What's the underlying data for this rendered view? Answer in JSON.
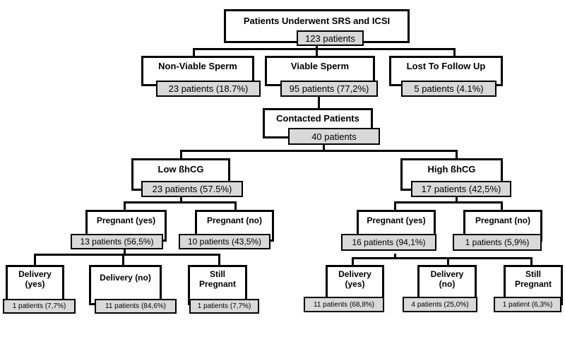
{
  "root": {
    "title": "Patients Underwent SRS and ICSI",
    "count": "123 patients"
  },
  "level1": [
    {
      "title": "Non-Viable Sperm",
      "count": "23 patients (18.7%)"
    },
    {
      "title": "Viable Sperm",
      "count": "95 patients (77,2%)"
    },
    {
      "title": "Lost To Follow Up",
      "count": "5 patients (4.1%)"
    }
  ],
  "contacted": {
    "title": "Contacted Patients",
    "count": "40 patients"
  },
  "low": {
    "title": "Low ßhCG",
    "count": "23 patients (57.5%)",
    "preg_yes": {
      "title": "Pregnant (yes)",
      "count": "13 patients (56,5%)"
    },
    "preg_no": {
      "title": "Pregnant (no)",
      "count": "10 patients (43,5%)"
    },
    "delivery_yes": {
      "title": "Delivery (yes)",
      "count": "1 patients (7,7%)"
    },
    "delivery_no": {
      "title": "Delivery (no)",
      "count": "11 patients (84,6%)"
    },
    "still": {
      "title": "Still Pregnant",
      "count": "1 patients (7,7%)"
    }
  },
  "high": {
    "title": "High ßhCG",
    "count": "17 patients (42,5%)",
    "preg_yes": {
      "title": "Pregnant (yes)",
      "count": "16 patients (94,1%)"
    },
    "preg_no": {
      "title": "Pregnant (no)",
      "count": "1 patients (5,9%)"
    },
    "delivery_yes": {
      "title": "Delivery (yes)",
      "count": "11 patients (68,8%)"
    },
    "delivery_no": {
      "title": "Delivery (no)",
      "count": "4 patients (25,0%)"
    },
    "still": {
      "title": "Still Pregnant",
      "count": "1 patient (6,3%)"
    }
  }
}
